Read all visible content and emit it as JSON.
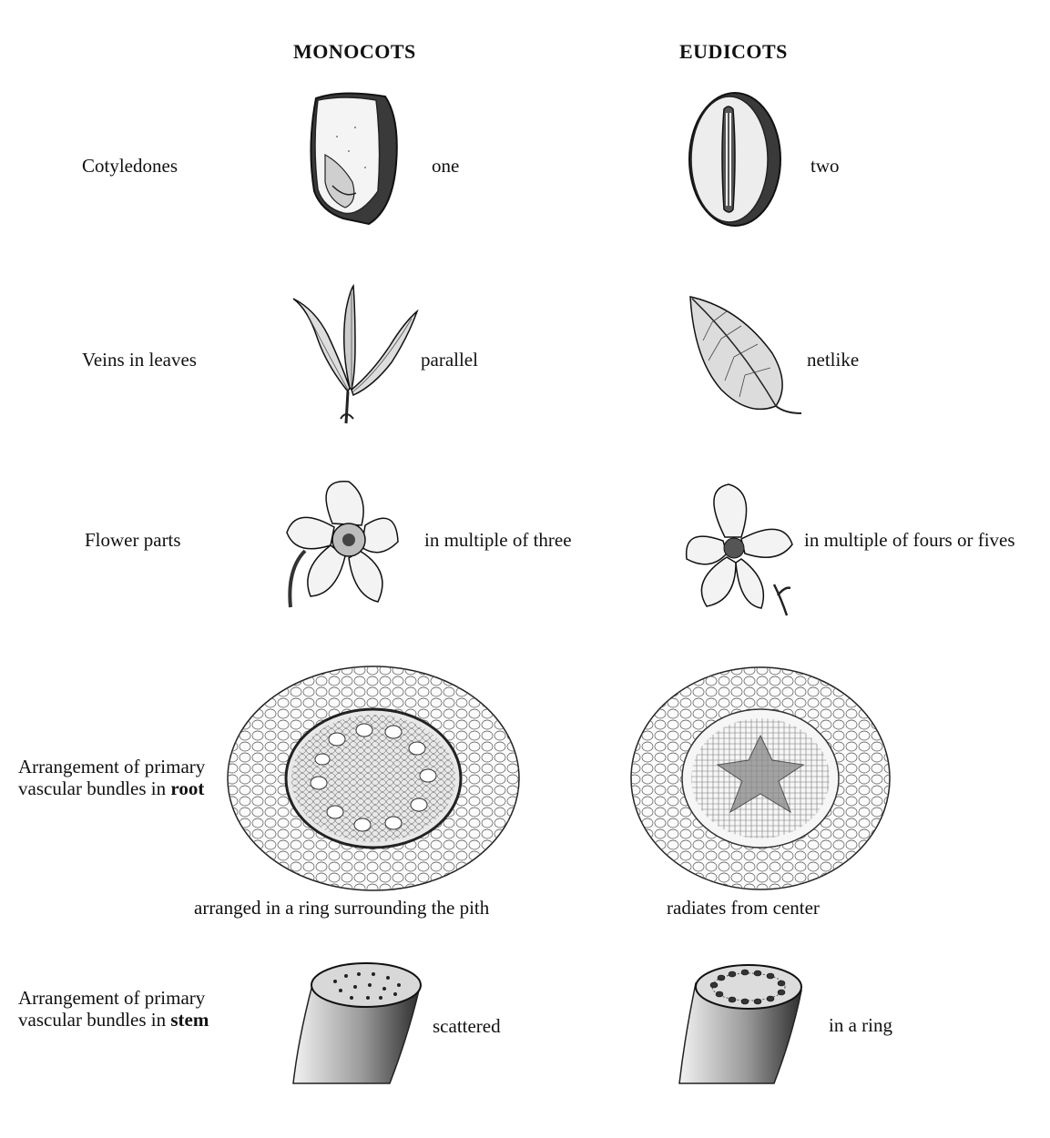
{
  "headers": {
    "monocots": "MONOCOTS",
    "eudicots": "EUDICOTS"
  },
  "rows": {
    "cotyledons": {
      "label": "Cotyledones",
      "mono": "one",
      "eudi": "two",
      "mono_icon": "monocot-seed-icon",
      "eudi_icon": "eudicot-seed-icon"
    },
    "veins": {
      "label": "Veins in leaves",
      "mono": "parallel",
      "eudi": "netlike",
      "mono_icon": "parallel-vein-leaf-icon",
      "eudi_icon": "netlike-vein-leaf-icon"
    },
    "flower": {
      "label": "Flower parts",
      "mono": "in multiple of three",
      "eudi": "in multiple of fours or fives",
      "mono_icon": "three-part-flower-icon",
      "eudi_icon": "five-part-flower-icon"
    },
    "root": {
      "label_line1": "Arrangement of primary",
      "label_line2_prefix": "vascular bundles in ",
      "label_bold": "root",
      "mono": "arranged in a ring surrounding the pith",
      "eudi": "radiates from center",
      "mono_icon": "monocot-root-cross-section-icon",
      "eudi_icon": "eudicot-root-cross-section-icon"
    },
    "stem": {
      "label_line1": "Arrangement of primary",
      "label_line2_prefix": "vascular bundles in ",
      "label_bold": "stem",
      "mono": "scattered",
      "eudi": "in a ring",
      "mono_icon": "monocot-stem-section-icon",
      "eudi_icon": "eudicot-stem-section-icon"
    }
  }
}
